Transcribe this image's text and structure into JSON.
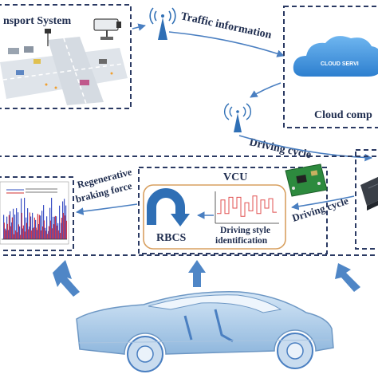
{
  "labels": {
    "transport_system": "nsport System",
    "traffic_information": "Traffic information",
    "cloud_computing": "Cloud comp",
    "cloud_service": "CLOUD SERVI",
    "driving_cycle_top": "Driving cycle",
    "vcu": "VCU",
    "regenerative_line1": "Regenerative",
    "regenerative_line2": "braking force",
    "rbcs": "RBCS",
    "driving_style_line1": "Driving style",
    "driving_style_line2": "identification",
    "driving_cycle_right": "Driving cycle"
  },
  "colors": {
    "dashed_border": "#2b3a63",
    "arrow_blue": "#4f86c6",
    "cloud_blue": "#3b8fd9",
    "vcu_border": "#d8a060",
    "rbcs_icon": "#2f6fb5",
    "signal_bar": "#e05050"
  },
  "icons": [
    "traffic-camera-icon",
    "antenna-tower-icon",
    "cloud-icon",
    "u-turn-arrow-icon",
    "circuit-board-icon",
    "ecu-module-icon",
    "car-icon"
  ]
}
